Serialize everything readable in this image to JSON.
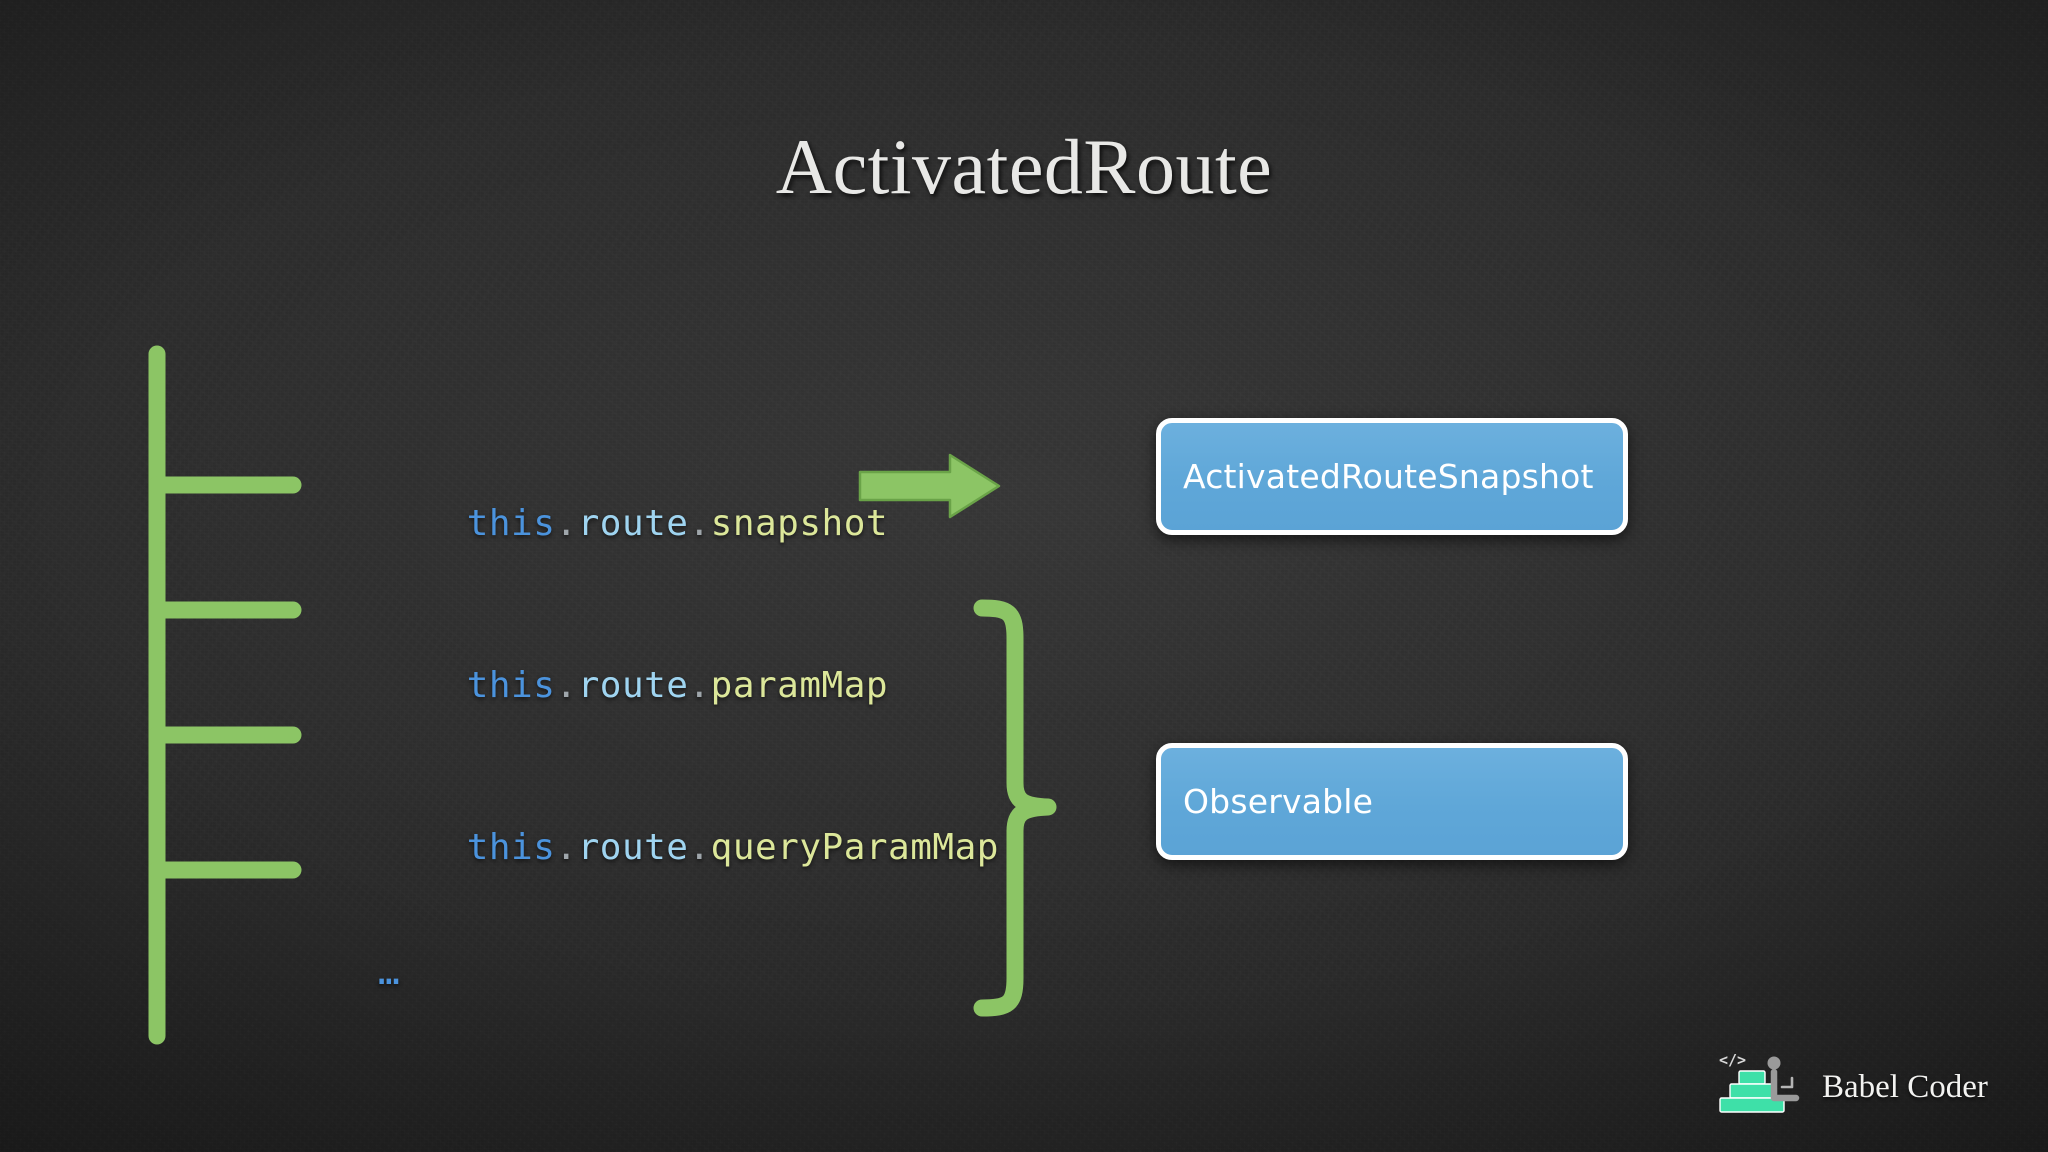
{
  "slide": {
    "title": "ActivatedRoute",
    "background_color": "#2e2e2e",
    "accent_green": "#8CC565",
    "accent_blue": "#5FA7D8",
    "logo_teal": "#3EE0A8"
  },
  "code_lines": [
    {
      "name": "snapshot",
      "object": "this",
      "dot1": ".",
      "property": "route",
      "dot2": ".",
      "member": "snapshot",
      "full": "this.route.snapshot"
    },
    {
      "name": "param-map",
      "object": "this",
      "dot1": ".",
      "property": "route",
      "dot2": ".",
      "member": "paramMap",
      "full": "this.route.paramMap"
    },
    {
      "name": "query-param-map",
      "object": "this",
      "dot1": ".",
      "property": "route",
      "dot2": ".",
      "member": "queryParamMap",
      "full": "this.route.queryParamMap"
    },
    {
      "name": "more",
      "ellipsis": "…"
    }
  ],
  "boxes": [
    {
      "name": "activated-route-snapshot",
      "label": "ActivatedRouteSnapshot"
    },
    {
      "name": "observable",
      "label": "Observable"
    }
  ],
  "connectors": {
    "arrow": {
      "name": "green-arrow-right",
      "direction": "right"
    },
    "brace": {
      "name": "green-curly-brace",
      "direction": "right"
    },
    "comb": {
      "name": "green-list-comb",
      "branches": 4
    }
  },
  "logo": {
    "text": "Babel Coder",
    "icon_name": "babel-coder-logo-icon",
    "code_glyph": "</>"
  }
}
